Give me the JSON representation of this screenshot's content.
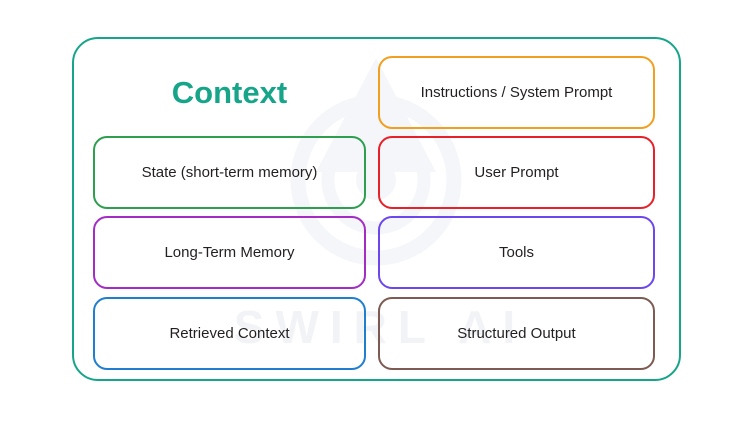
{
  "diagram": {
    "title": "Context",
    "title_color": "#17a589",
    "container_border_color": "#17a589",
    "background": "#ffffff",
    "watermark": {
      "text": "SWIRL AI",
      "color": "#f1f3f6",
      "logo_name": "swirl-circular-logo"
    },
    "blocks": [
      {
        "id": "instructions-system-prompt",
        "label": "Instructions / System Prompt",
        "color": "#f29f1f",
        "column": "right",
        "row": 1
      },
      {
        "id": "state-short-term-memory",
        "label": "State (short-term memory)",
        "color": "#2e9e4f",
        "column": "left",
        "row": 2
      },
      {
        "id": "user-prompt",
        "label": "User Prompt",
        "color": "#e8202a",
        "column": "right",
        "row": 2
      },
      {
        "id": "long-term-memory",
        "label": "Long-Term Memory",
        "color": "#a32cc4",
        "column": "left",
        "row": 3
      },
      {
        "id": "tools",
        "label": "Tools",
        "color": "#6c47f0",
        "column": "right",
        "row": 3
      },
      {
        "id": "retrieved-context",
        "label": "Retrieved Context",
        "color": "#1f7ed0",
        "column": "left",
        "row": 4
      },
      {
        "id": "structured-output",
        "label": "Structured Output",
        "color": "#7d5a52",
        "column": "right",
        "row": 4
      }
    ]
  }
}
